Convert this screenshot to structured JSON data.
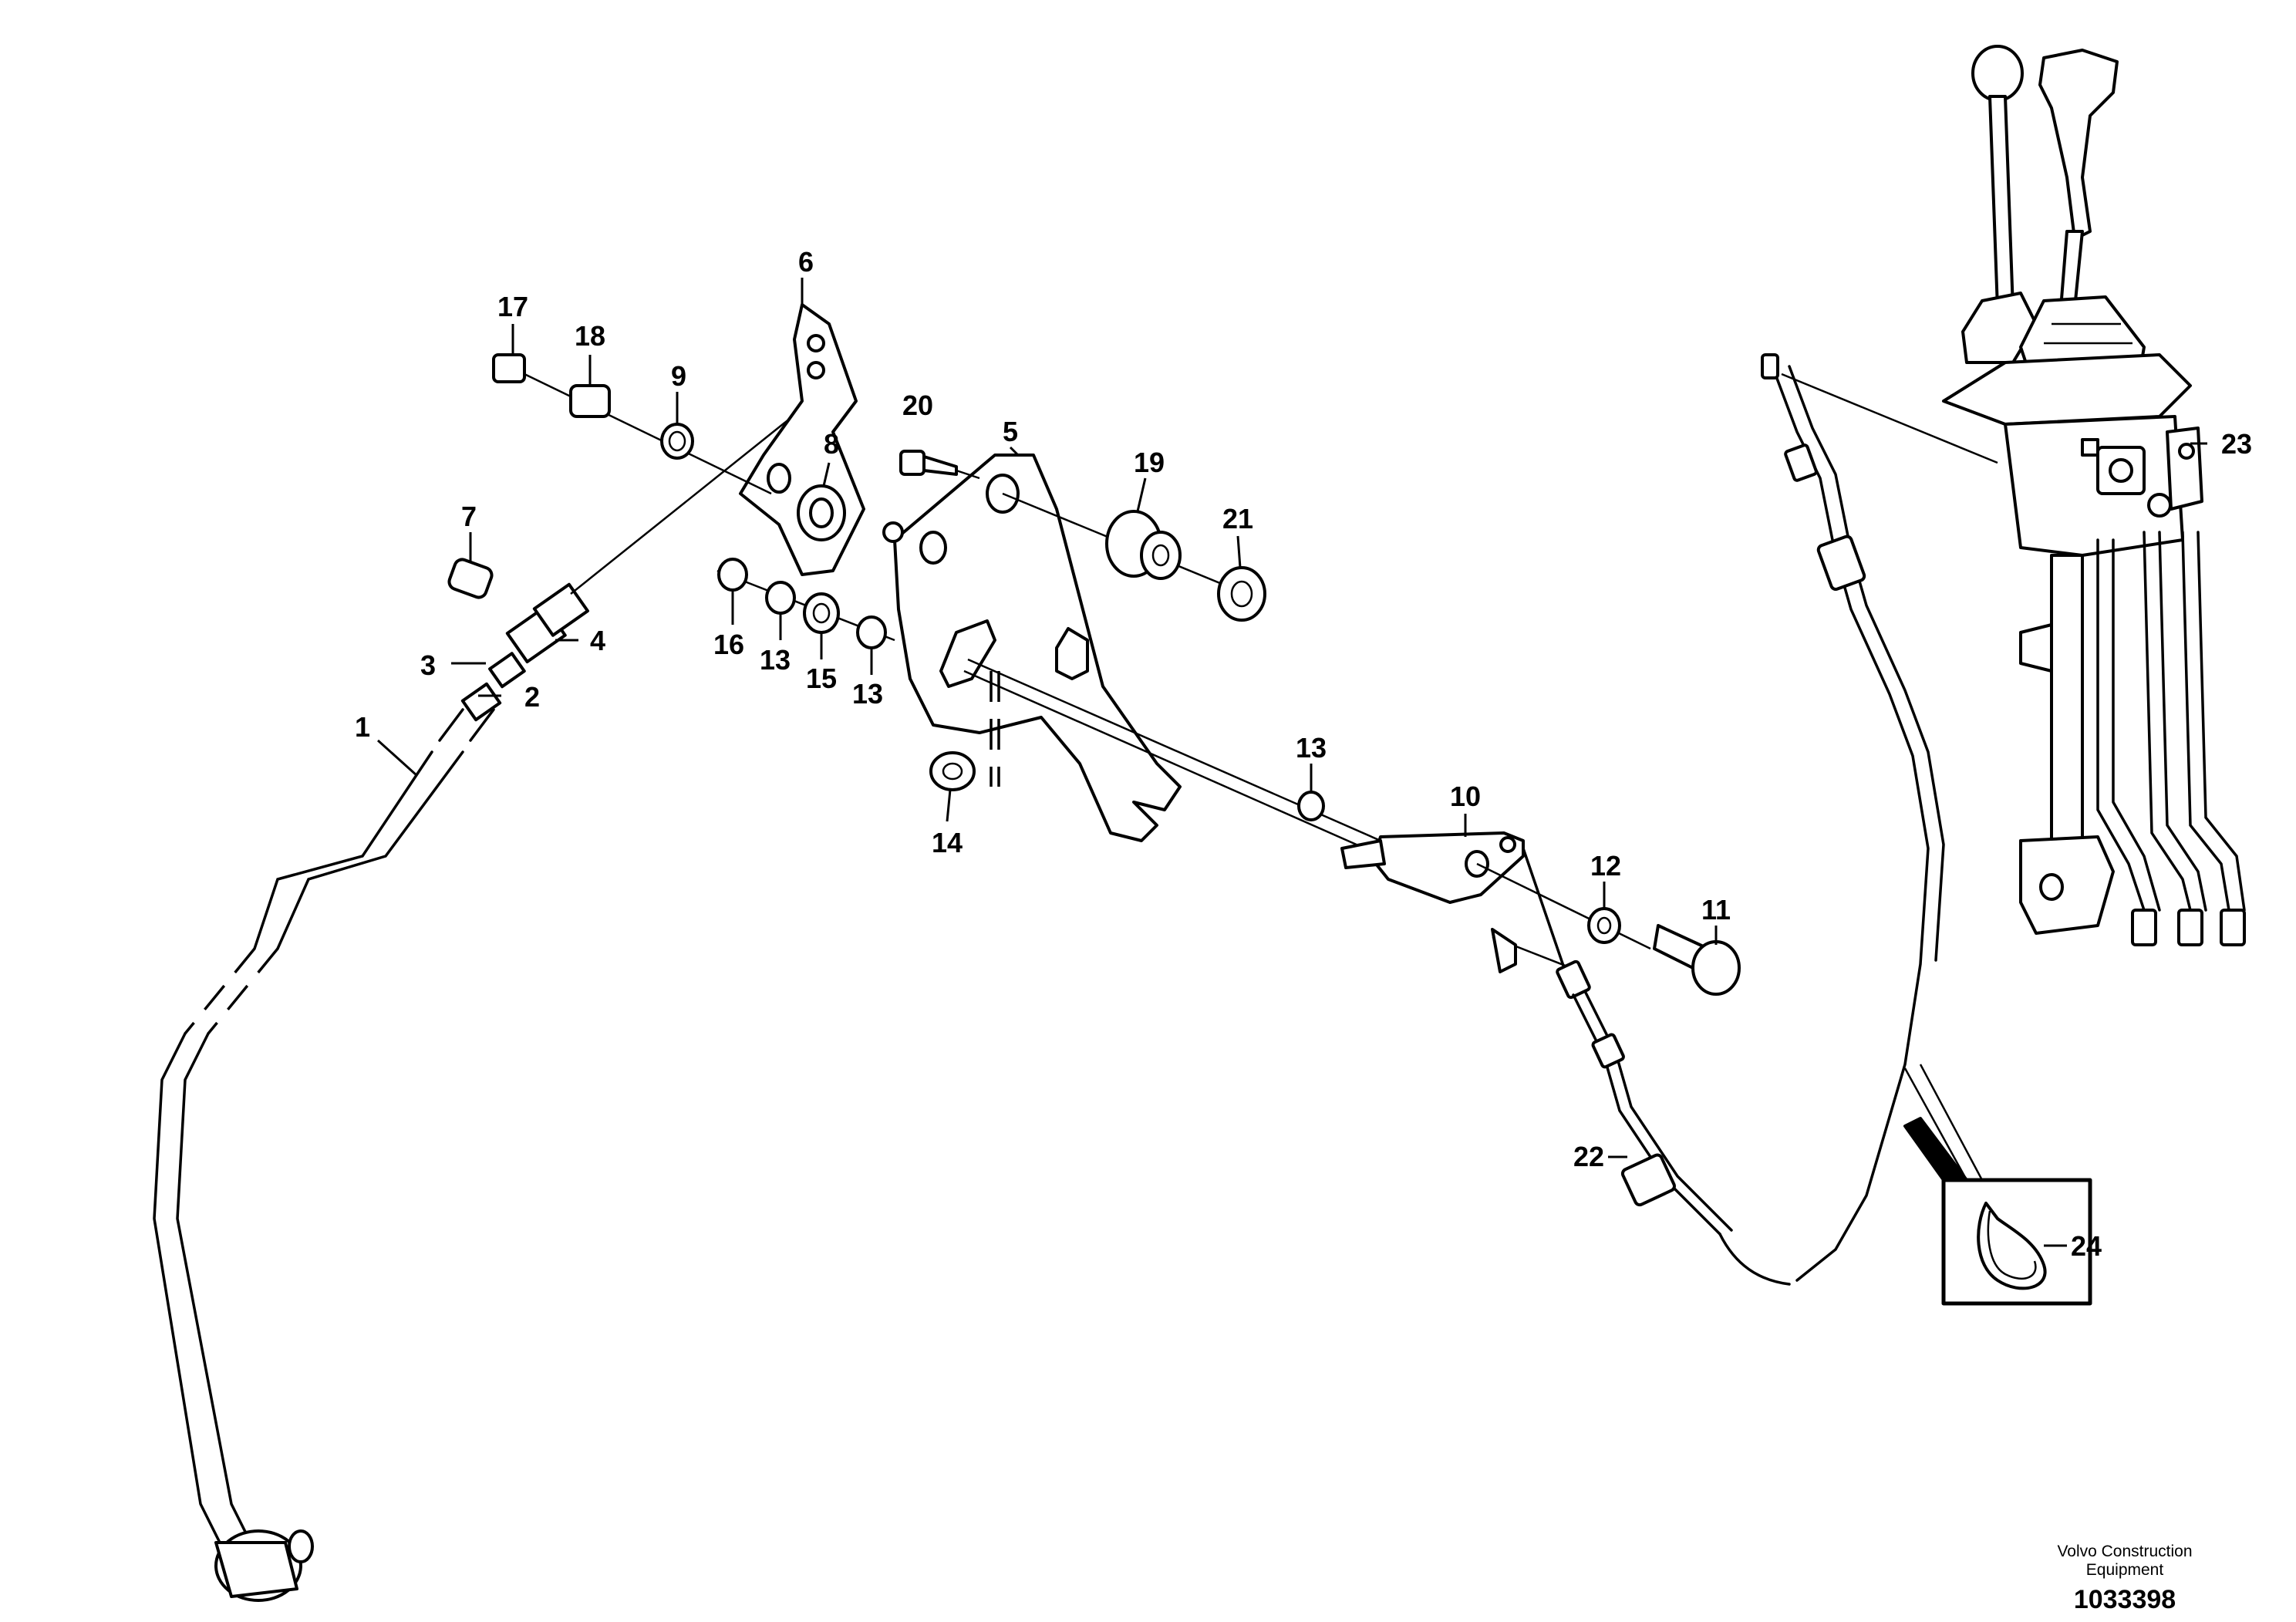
{
  "callouts": [
    {
      "id": "p1",
      "label": "1"
    },
    {
      "id": "p2",
      "label": "2"
    },
    {
      "id": "p3",
      "label": "3"
    },
    {
      "id": "p4",
      "label": "4"
    },
    {
      "id": "p5",
      "label": "5"
    },
    {
      "id": "p6",
      "label": "6"
    },
    {
      "id": "p7",
      "label": "7"
    },
    {
      "id": "p8",
      "label": "8"
    },
    {
      "id": "p9",
      "label": "9"
    },
    {
      "id": "p10",
      "label": "10"
    },
    {
      "id": "p11",
      "label": "11"
    },
    {
      "id": "p12",
      "label": "12"
    },
    {
      "id": "p13a",
      "label": "13"
    },
    {
      "id": "p13b",
      "label": "13"
    },
    {
      "id": "p13c",
      "label": "13"
    },
    {
      "id": "p14",
      "label": "14"
    },
    {
      "id": "p15",
      "label": "15"
    },
    {
      "id": "p16",
      "label": "16"
    },
    {
      "id": "p17",
      "label": "17"
    },
    {
      "id": "p18",
      "label": "18"
    },
    {
      "id": "p19",
      "label": "19"
    },
    {
      "id": "p20",
      "label": "20"
    },
    {
      "id": "p21",
      "label": "21"
    },
    {
      "id": "p22",
      "label": "22"
    },
    {
      "id": "p23",
      "label": "23"
    },
    {
      "id": "p24",
      "label": "24"
    }
  ],
  "footer": {
    "brand_line1": "Volvo Construction",
    "brand_line2": "Equipment",
    "drawing_number": "1033398"
  }
}
